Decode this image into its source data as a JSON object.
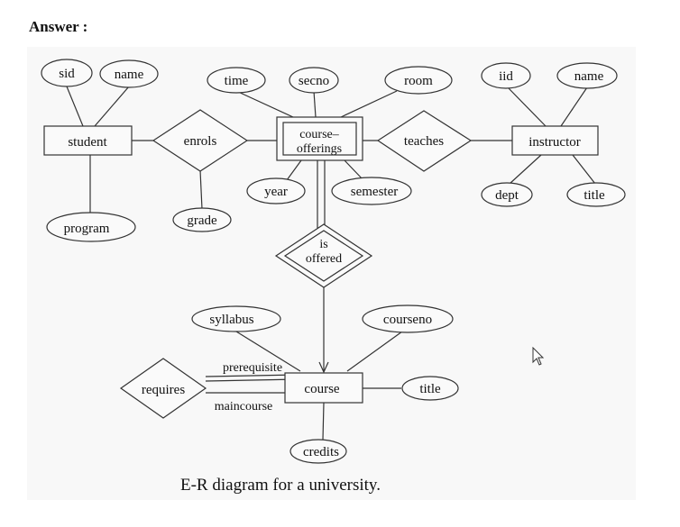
{
  "heading": "Answer :",
  "caption": "E-R diagram for a university.",
  "entities": {
    "student": "student",
    "course_offerings_line1": "course–",
    "course_offerings_line2": "offerings",
    "instructor": "instructor",
    "course": "course"
  },
  "relationships": {
    "enrols": "enrols",
    "teaches": "teaches",
    "is_offered_line1": "is",
    "is_offered_line2": "offered",
    "requires": "requires"
  },
  "attributes": {
    "sid": "sid",
    "student_name": "name",
    "program": "program",
    "grade": "grade",
    "time": "time",
    "secno": "secno",
    "room": "room",
    "year": "year",
    "semester": "semester",
    "iid": "iid",
    "instructor_name": "name",
    "dept": "dept",
    "instructor_title": "title",
    "syllabus": "syllabus",
    "courseno": "courseno",
    "course_title": "title",
    "credits": "credits"
  },
  "role_labels": {
    "prerequisite": "prerequisite",
    "maincourse": "maincourse"
  },
  "colors": {
    "stroke": "#333333",
    "panel": "#f8f8f8"
  }
}
